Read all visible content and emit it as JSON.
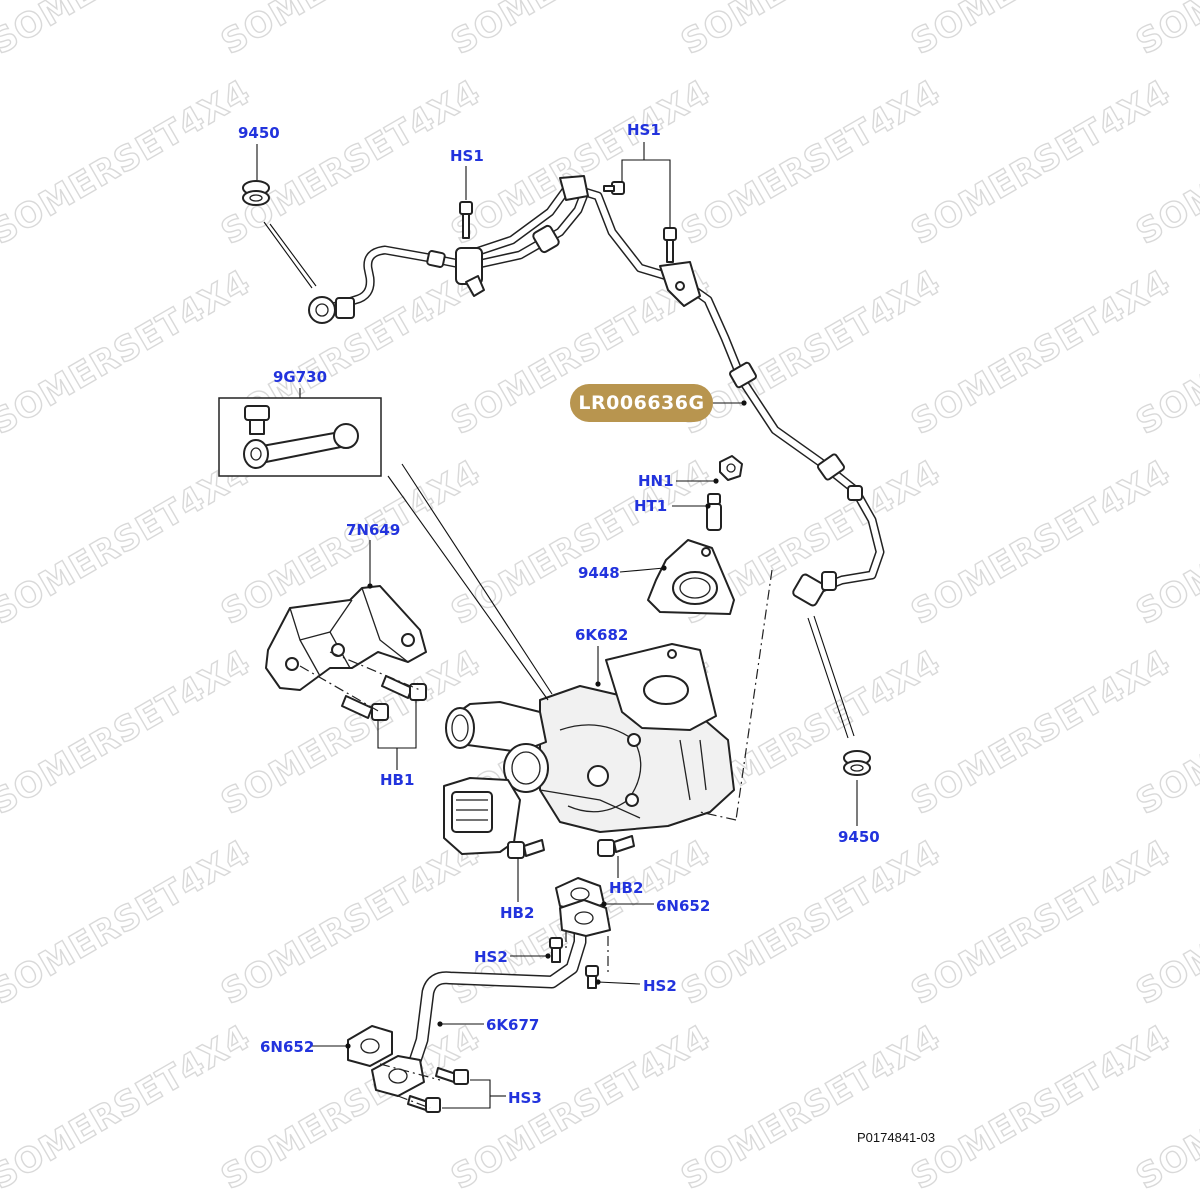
{
  "watermark": "SOMERSET4X4",
  "part_number_badge": "LR006636G",
  "diagram_ref": "P0174841-03",
  "callouts": {
    "c9450_top": "9450",
    "hs1_left": "HS1",
    "hs1_right": "HS1",
    "c9g730": "9G730",
    "c7n649": "7N649",
    "hn1": "HN1",
    "ht1": "HT1",
    "c9448": "9448",
    "c6k682": "6K682",
    "hb1": "HB1",
    "c9450_bottom": "9450",
    "hb2_right": "HB2",
    "hb2_left": "HB2",
    "c6n652_upper": "6N652",
    "hs2_left": "HS2",
    "hs2_right": "HS2",
    "c6k677": "6K677",
    "c6n652_lower": "6N652",
    "hs3": "HS3"
  },
  "colors": {
    "callout": "#2233dd",
    "badge": "#b8954f",
    "watermark": "#d9d9d9"
  }
}
